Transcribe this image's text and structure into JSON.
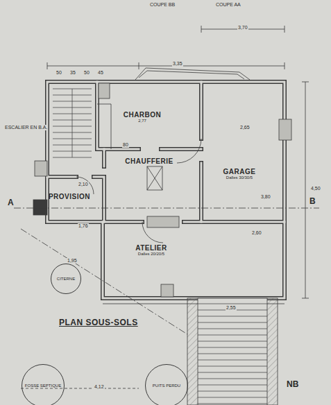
{
  "diagram": {
    "title": "PLAN SOUS-SOLS",
    "nodes": [
      {
        "text": [
          "CHARBON",
          "2,77"
        ]
      },
      {
        "text": [
          "CHAUFFERIE"
        ]
      },
      {
        "text": [
          "GARAGE",
          "Dalles 30/30/5"
        ]
      },
      {
        "text": [
          "PROVISION"
        ]
      },
      {
        "text": [
          "ATELIER",
          "Dalles 20/20/5"
        ]
      },
      {
        "text": [
          "CITERNE"
        ]
      },
      {
        "text": [
          "FOSSE SEPTIQUE"
        ]
      },
      {
        "text": [
          "PUITS PERDU"
        ]
      }
    ],
    "labels": [
      "COUPE BB",
      "COUPE AA",
      "3,35",
      "3,70",
      "2,65",
      "3,80",
      "4,50",
      "2,60",
      "1,95",
      "2,55",
      "1,76",
      "2,10",
      "80",
      "A",
      "B",
      "NB",
      "ESCALIER EN B.A.",
      "50",
      "35",
      "50",
      "45",
      "4,12"
    ]
  }
}
